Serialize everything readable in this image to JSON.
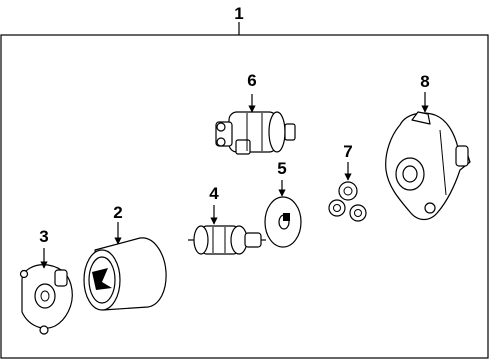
{
  "callouts": {
    "assembly": "1",
    "yoke": "2",
    "end_frame": "3",
    "armature": "4",
    "plate": "5",
    "solenoid": "6",
    "gears": "7",
    "housing": "8"
  },
  "colors": {
    "line": "#000000",
    "background": "#ffffff"
  }
}
